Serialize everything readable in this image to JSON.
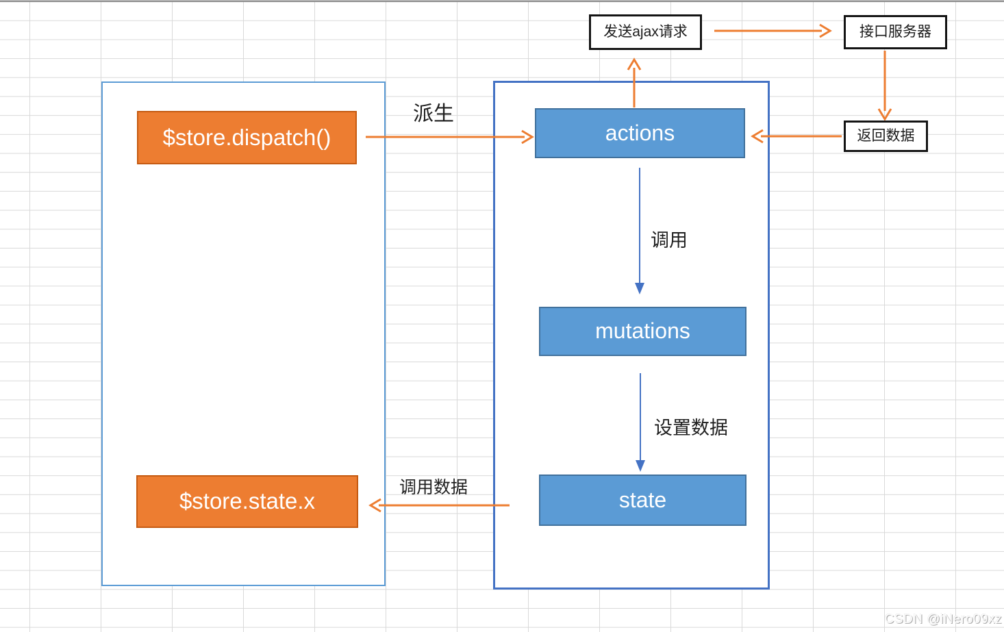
{
  "left_panel": {
    "dispatch_label": "$store.dispatch()",
    "state_x_label": "$store.state.x"
  },
  "right_panel": {
    "actions_label": "actions",
    "mutations_label": "mutations",
    "state_label": "state"
  },
  "external": {
    "ajax_label": "发送ajax请求",
    "server_label": "接口服务器",
    "return_label": "返回数据"
  },
  "edges": {
    "derive_label": "派生",
    "invoke_label": "调用",
    "set_data_label": "设置数据",
    "read_data_label": "调用数据"
  },
  "watermark": {
    "text": "CSDN @iNero09xz"
  },
  "colors": {
    "orange_fill": "#ED7D31",
    "orange_border": "#C55A11",
    "blue_fill": "#5B9BD5",
    "blue_border": "#41719C",
    "left_panel_border": "#5B9BD5",
    "right_panel_border": "#4472C4",
    "arrow_orange": "#ED7D31",
    "arrow_blue": "#4472C4",
    "grid_line": "#D9D9D9"
  }
}
